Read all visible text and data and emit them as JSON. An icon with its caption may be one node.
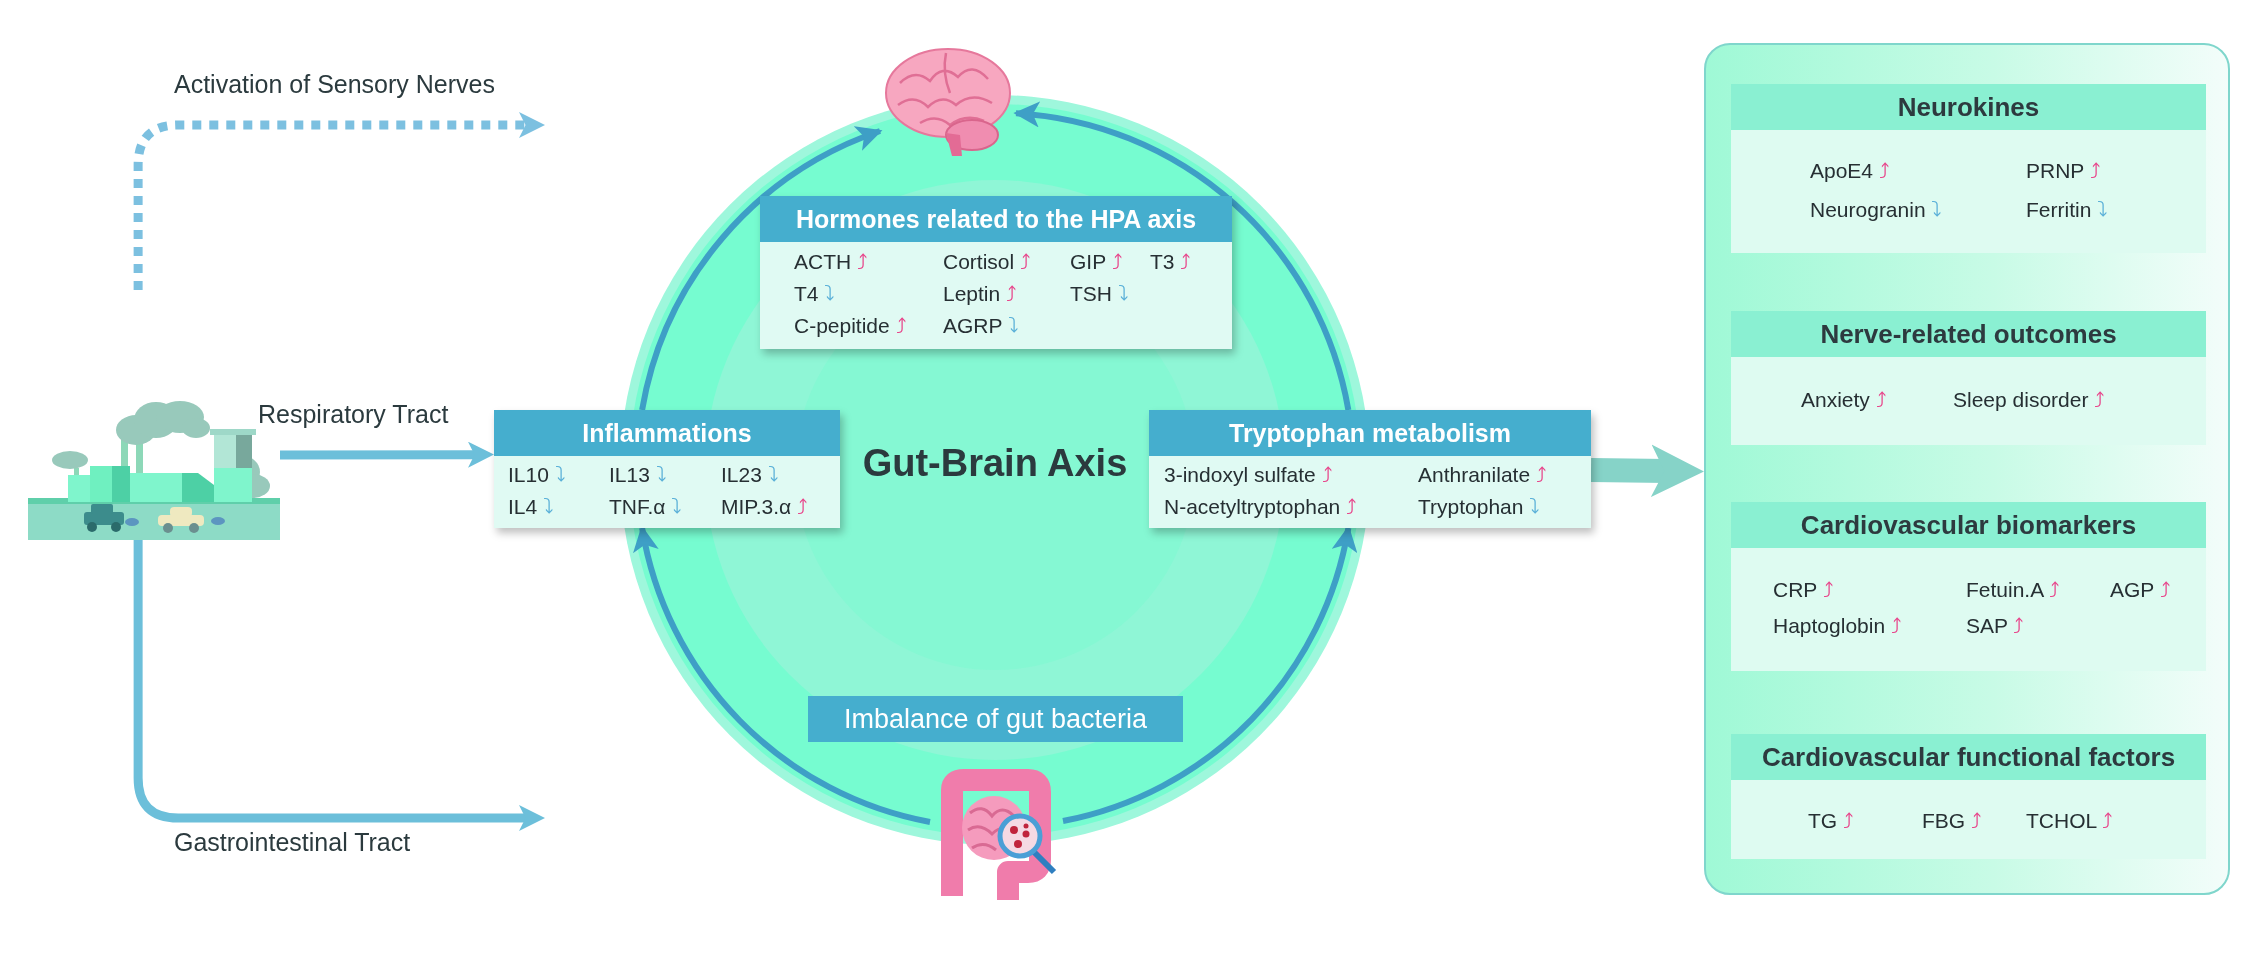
{
  "diagram": {
    "nodes": [
      {
        "text": [],
        "shape": "picture"
      },
      {
        "text": [
          "Gut-Brain Axis"
        ]
      },
      {
        "text": [],
        "shape": "picture"
      },
      {
        "text": [
          "Hormones related to the HPA axis",
          "ACTH ⤴",
          "Cortisol ⤴",
          "GIP ⤴",
          "T3 ⤴",
          "T4 ⤵",
          "Leptin ⤴",
          "TSH ⤵",
          "C-pepitide ⤴",
          "AGRP ⤵"
        ],
        "in": 1
      },
      {
        "text": [
          "Inflammations",
          "IL10 ⤵",
          "IL13 ⤵",
          "IL23 ⤵",
          "IL4 ⤵",
          "TNF.α ⤵",
          "MIP.3.α ⤴"
        ]
      },
      {
        "text": [
          "Tryptophan metabolism",
          "3-indoxyl sulfate ⤴",
          "Anthranilate ⤴",
          "N-acetyltryptophan ⤴",
          "Tryptophan ⤵"
        ]
      },
      {
        "text": [
          "Imbalance of gut bacteria"
        ],
        "in": 1
      },
      {
        "text": [],
        "shape": "picture"
      },
      {
        "text": [],
        "shape": "box"
      },
      {
        "text": [
          "Neurokines",
          "ApoE4 ⤴",
          "PRNP ⤴",
          "Neurogranin ⤵",
          "Ferritin ⤵"
        ],
        "in": 8
      },
      {
        "text": [
          "Nerve-related outcomes",
          "Anxiety ⤴",
          "Sleep disorder ⤴"
        ],
        "in": 8
      },
      {
        "text": [
          "Cardiovascular biomarkers",
          "CRP ⤴",
          "Fetuin.A ⤴",
          "AGP ⤴",
          "Haptoglobin ⤴",
          "SAP ⤴"
        ],
        "in": 8
      },
      {
        "text": [
          "Cardiovascular functional factors",
          "TG ⤴",
          "FBG ⤴",
          "TCHOL ⤴"
        ],
        "in": 8
      }
    ],
    "edges": [
      {
        "from": 0,
        "to": null,
        "arrow": "to",
        "label": "Activation of Sensory Nerves",
        "style": "dashed",
        "color": "#7cc0e0"
      },
      {
        "from": 0,
        "to": 4,
        "arrow": "to",
        "label": "Respiratory Tract",
        "color": "#6cbfda"
      },
      {
        "from": 0,
        "to": null,
        "arrow": "to",
        "label": "Gastrointestinal Tract",
        "color": "#6cbfda"
      },
      {
        "from": 7,
        "to": 4,
        "arrow": "to"
      },
      {
        "from": 4,
        "to": 2,
        "arrow": "to"
      },
      {
        "from": 7,
        "to": 5,
        "arrow": "to"
      },
      {
        "from": 5,
        "to": 2,
        "arrow": "to"
      },
      {
        "from": 5,
        "to": 8,
        "arrow": "to",
        "style": "thick",
        "color": "#86d3c8"
      }
    ]
  }
}
